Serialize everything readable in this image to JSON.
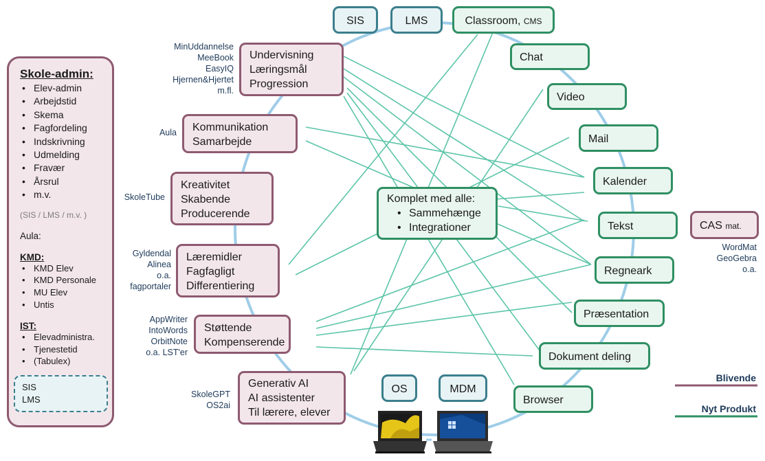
{
  "admin": {
    "title": "Skole-admin:",
    "items": [
      "Elev-admin",
      "Arbejdstid",
      "Skema",
      "Fagfordeling",
      "Indskrivning",
      "Udmelding",
      "Fravær",
      "Årsrul",
      "m.v."
    ],
    "note": "(SIS / LMS / m.v. )",
    "aula": "Aula:",
    "kmd_title": "KMD:",
    "kmd_items": [
      "KMD Elev",
      "KMD Personale",
      "MU Elev",
      "Untis"
    ],
    "ist_title": "IST:",
    "ist_items": [
      "Elevadministra.",
      "Tjenestetid",
      "(Tabulex)"
    ],
    "sub_box": [
      "SIS",
      "LMS"
    ]
  },
  "top": {
    "sis": "SIS",
    "lms": "LMS",
    "classroom": "Classroom,",
    "classroom_small": "CMS"
  },
  "left_boxes": {
    "undervisning": [
      "Undervisning",
      "Læringsmål",
      "Progression"
    ],
    "kommunikation": [
      "Kommunikation",
      "Samarbejde"
    ],
    "kreativitet": [
      "Kreativitet",
      "Skabende",
      "Producerende"
    ],
    "laeremidler": [
      "Læremidler",
      "Fagfagligt",
      "Differentiering"
    ],
    "stottende": [
      "Støttende",
      "Kompenserende"
    ],
    "generativ": [
      "Generativ AI",
      "AI assistenter",
      "Til lærere, elever"
    ]
  },
  "left_labels": {
    "undervisning": [
      "MinUddannelse",
      "MeeBook",
      "EasyIQ",
      "Hjernen&Hjertet",
      "m.fl."
    ],
    "kommunikation": [
      "Aula"
    ],
    "kreativitet": [
      "SkoleTube"
    ],
    "laeremidler": [
      "Gyldendal",
      "Alinea",
      "o.a.",
      "fagportaler"
    ],
    "stottende": [
      "AppWriter",
      "IntoWords",
      "OrbitNote",
      "o.a. LST'er"
    ],
    "generativ": [
      "SkoleGPT",
      "OS2ai"
    ]
  },
  "center": {
    "title": "Komplet med alle:",
    "items": [
      "Sammehænge",
      "Integrationer"
    ]
  },
  "right_boxes": {
    "chat": "Chat",
    "video": "Video",
    "mail": "Mail",
    "kalender": "Kalender",
    "tekst": "Tekst",
    "regneark": "Regneark",
    "praesentation": "Præsentation",
    "dokument": "Dokument deling",
    "browser": "Browser"
  },
  "cas": {
    "label": "CAS",
    "small": "mat.",
    "notes": [
      "WordMat",
      "GeoGebra",
      "o.a."
    ]
  },
  "bottom": {
    "os": "OS",
    "mdm": "MDM"
  },
  "legend": {
    "blivende": "Blivende",
    "nyt": "Nyt Produkt",
    "blivende_color": "#8e5a70",
    "nyt_color": "#2f8f63"
  },
  "colors": {
    "ring": "#9fcde8",
    "connector": "#5cc4a8"
  }
}
